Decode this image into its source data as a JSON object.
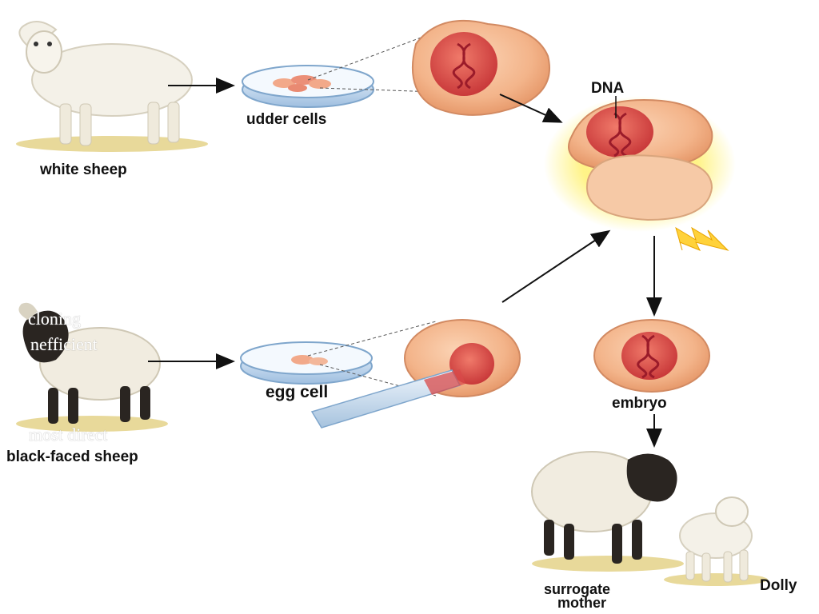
{
  "labels": {
    "white_sheep": "white sheep",
    "udder_cells": "udder cells",
    "dna": "DNA",
    "egg_cell": "egg cell",
    "embryo": "embryo",
    "black_faced_sheep": "black-faced sheep",
    "surrogate_mother_line1": "surrogate",
    "surrogate_mother_line2": "mother",
    "dolly": "Dolly"
  },
  "overlay_text": {
    "line1": "cloning",
    "line2": "nefficient",
    "line3": "most direct"
  },
  "colors": {
    "cell_fill": "#f3b48a",
    "nucleus_fill": "#e0574a",
    "dna_strand": "#9b1b2a",
    "electric_glow": "#ffe94a",
    "dish_blue": "#a9c8e6",
    "arrow": "#111111"
  }
}
